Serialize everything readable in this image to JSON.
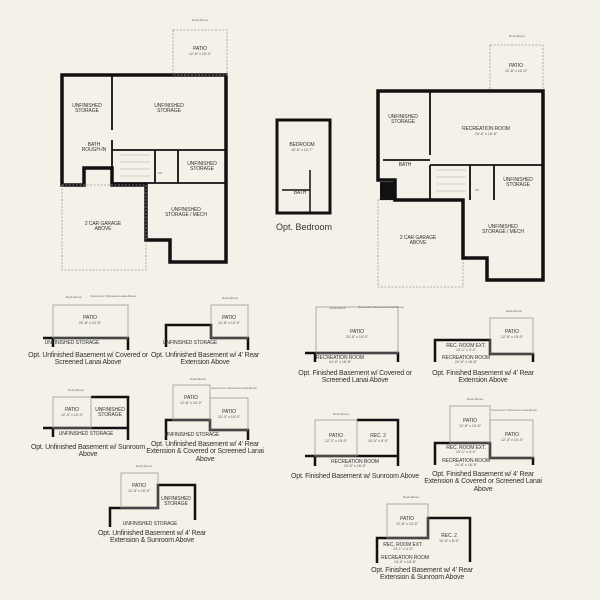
{
  "main_plan_unfinished": {
    "patio": {
      "label": "PATIO",
      "dims": "12'-8\" x 10'-0\""
    },
    "deck_note": "Deck Above",
    "rooms": [
      "UNFINISHED STORAGE",
      "UNFINISHED STORAGE",
      "BATH ROUGH-IN",
      "UNFINISHED STORAGE",
      "UNFINISHED STORAGE / MECH",
      "2 CAR GARAGE ABOVE"
    ],
    "stair_note": "UP"
  },
  "main_plan_finished": {
    "patio": {
      "label": "PATIO",
      "dims": "12'-8\" x 10'-0\""
    },
    "deck_note": "Deck Above",
    "rec_room": {
      "label": "RECREATION ROOM",
      "dims": "24'-6\" x 18'-8\""
    },
    "rooms": [
      "UNFINISHED STORAGE",
      "BATH",
      "UNFINISHED STORAGE",
      "UNFINISHED STORAGE / MECH",
      "2 CAR GARAGE ABOVE"
    ],
    "stair_note": "UP"
  },
  "opt_bedroom": {
    "title": "Opt. Bedroom",
    "bedroom": {
      "label": "BEDROOM",
      "dims": "10'-6\" x 12'-7\""
    },
    "bath": "BATH"
  },
  "options": [
    {
      "caption": "Opt. Unfinished Basement w/ Covered or Screened Lanai Above",
      "patio": "PATIO",
      "patio_dims": "20'-8\" x 10'-0\"",
      "room": "UNFINISHED STORAGE",
      "notes": [
        "Deck Above",
        "Covered or Screened Lanai Above"
      ]
    },
    {
      "caption": "Opt. Unfinished Basement w/ 4' Rear Extension Above",
      "patio": "PATIO",
      "patio_dims": "12'-8\" x 10'-0\"",
      "room": "UNFINISHED STORAGE",
      "notes": [
        "Deck Above"
      ]
    },
    {
      "caption": "Opt. Unfinished Basement w/ Sunroom Above",
      "patio": "PATIO",
      "patio_dims": "12'-0\" x 10'-0\"",
      "room": "UNFINISHED STORAGE",
      "room2": "UNFINISHED STORAGE",
      "notes": [
        "Deck Above"
      ]
    },
    {
      "caption": "Opt. Unfinished Basement w/ 4' Rear Extension & Covered or Screened Lanai Above",
      "patio": "PATIO",
      "patio_dims": "12'-8\" x 10'-0\"",
      "patio2": "PATIO",
      "patio2_dims": "12'-0\" x 10'-0\"",
      "room": "UNFINISHED STORAGE",
      "notes": [
        "Deck Above",
        "Covered or Screened Lanai Above"
      ]
    },
    {
      "caption": "Opt. Unfinished Basement w/ 4' Rear Extension & Sunroom Above",
      "patio": "PATIO",
      "patio_dims": "12'-8\" x 10'-0\"",
      "room": "UNFINISHED STORAGE",
      "room2": "UNFINISHED STORAGE",
      "notes": [
        "Deck Above"
      ]
    },
    {
      "caption": "Opt. Finished Basement w/ Covered or Screened Lanai Above",
      "patio": "PATIO",
      "patio_dims": "20'-8\" x 10'-0\"",
      "room": "RECREATION ROOM",
      "room_dims": "24'-6\" x 18'-8\"",
      "notes": [
        "Deck Above",
        "Covered or Screened Lanai Above"
      ]
    },
    {
      "caption": "Opt. Finished Basement w/ 4' Rear Extension Above",
      "patio": "PATIO",
      "patio_dims": "12'-8\" x 10'-0\"",
      "room": "RECREATION ROOM",
      "room_dims": "24'-6\" x 18'-8\"",
      "room2": "REC. ROOM EXT.",
      "room2_dims": "13'-1\" x 4'-0\"",
      "notes": [
        "Deck Above"
      ]
    },
    {
      "caption": "Opt. Finished Basement w/ Sunroom Above",
      "patio": "PATIO",
      "patio_dims": "12'-2\" x 10'-0\"",
      "room": "RECREATION ROOM",
      "room_dims": "24'-6\" x 18'-8\"",
      "room2": "REC. 2",
      "room2_dims": "10'-6\" x 8'-0\"",
      "notes": [
        "Deck Above"
      ]
    },
    {
      "caption": "Opt. Finished Basement w/ 4' Rear Extension & Covered or Screened Lanai Above",
      "patio": "PATIO",
      "patio_dims": "12'-8\" x 10'-0\"",
      "patio2": "PATIO",
      "patio2_dims": "12'-0\" x 10'-0\"",
      "room": "RECREATION ROOM",
      "room_dims": "24'-6\" x 18'-8\"",
      "room2": "REC. ROOM EXT.",
      "room2_dims": "13'-1\" x 4'-0\"",
      "notes": [
        "Deck Above",
        "Covered or Screened Lanai Above"
      ]
    },
    {
      "caption": "Opt. Finished Basement w/ 4' Rear Extension & Sunroom Above",
      "patio": "PATIO",
      "patio_dims": "12'-8\" x 10'-0\"",
      "room": "RECREATION ROOM",
      "room_dims": "24'-6\" x 18'-8\"",
      "room2": "REC. ROOM EXT.",
      "room2_dims": "13'-1\" x 4'-0\"",
      "room3": "REC. 2",
      "room3_dims": "10'-6\" x 8'-0\"",
      "notes": [
        "Deck Above"
      ]
    }
  ],
  "colors": {
    "background": "#f4f1e8",
    "wall": "#111111",
    "dashed_line": "#999999"
  }
}
